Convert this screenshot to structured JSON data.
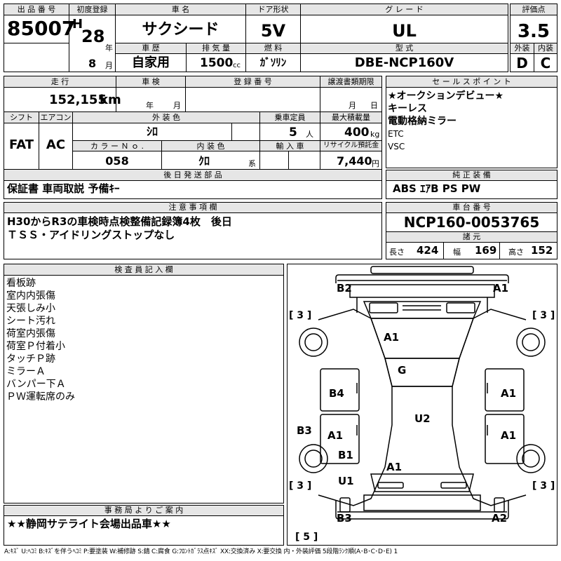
{
  "header": {
    "lot_no_label": "出 品 番 号",
    "lot_no": "85007",
    "first_reg_label": "初度登録",
    "era": "H",
    "reg_year": "28",
    "year_unit": "年",
    "reg_month": "8",
    "month_unit": "月",
    "car_name_label": "車 名",
    "car_name": "サクシード",
    "door_label": "ドア形状",
    "door": "5V",
    "grade_label": "グ レ ー ド",
    "grade": "UL",
    "score_label": "評価点",
    "score": "3.5",
    "ext_label": "外装",
    "ext": "D",
    "int_label": "内装",
    "int": "C",
    "history_label": "車 歴",
    "history": "自家用",
    "displacement_label": "排 気 量",
    "displacement": "1500",
    "cc": "cc",
    "fuel_label": "燃 料",
    "fuel": "ｶﾞｿﾘﾝ",
    "model_label": "型 式",
    "model": "DBE-NCP160V"
  },
  "row2": {
    "mileage_label": "走 行",
    "mileage": "152,155",
    "km": "km",
    "inspection_label": "車 検",
    "year_unit": "年",
    "month_unit": "月",
    "regno_label": "登 録 番 号",
    "deadline_label": "譲渡書類期限",
    "day_month": "月",
    "day_unit": "日"
  },
  "row3": {
    "shift_label": "シフト",
    "shift": "FAT",
    "ac_label": "エアコン",
    "ac": "AC",
    "color_label": "外 装 色",
    "color": "ｼﾛ",
    "capacity_label": "乗車定員",
    "capacity": "5",
    "capacity_unit": "人",
    "load_label": "最大積載量",
    "load": "400",
    "load_unit": "kg",
    "colorno_label": "カ ラ ー Ｎ ｏ .",
    "colorno": "058",
    "interior_label": "内 装 色",
    "interior": "ｸﾛ",
    "interior_unit": "系",
    "import_label": "輸 入 車",
    "recycle_label": "リサイクル預託金",
    "recycle": "7,440",
    "yen": "円"
  },
  "sales_points": {
    "label": "セ ー ル ス ポ イ ン ト",
    "items": [
      "★オークションデビュー★",
      "キーレス",
      "電動格納ミラー",
      "ETC",
      "VSC"
    ]
  },
  "later": {
    "label": "後 日 発 送 部 品",
    "value": "保証書 車両取説 予備ｷｰ"
  },
  "genuine": {
    "label": "純 正 装 備",
    "value": "ABS ｴｱB PS PW"
  },
  "notes": {
    "label": "注 意 事 項 欄",
    "line1": "H30からR3の車検時点検整備記録簿4枚　後日",
    "line2": "ＴＳＳ・アイドリングストップなし"
  },
  "chassis": {
    "label": "車 台 番 号",
    "value": "NCP160-0053765"
  },
  "specs": {
    "label": "諸 元",
    "length_label": "長さ",
    "length": "424",
    "width_label": "幅",
    "width": "169",
    "height_label": "高さ",
    "height": "152"
  },
  "inspector": {
    "label": "検 査 員 記 入 欄",
    "lines": [
      "看板跡",
      "室内内張傷",
      "天張しみ小",
      "シート汚れ",
      "荷室内張傷",
      "荷室Ｐ付着小",
      "タッチＰ跡",
      "ミラーＡ",
      "バンパー下Ａ",
      "ＰＷ運転席のみ"
    ]
  },
  "office": {
    "label": "事 務 局 よ り ご 案 内",
    "value": "★★静岡サテライト会場出品車★★"
  },
  "diagram": {
    "marks": {
      "b2_top": "B2",
      "a1_top": "A1",
      "roof_a1": "A1",
      "g": "G",
      "b4": "B4",
      "a1_right_upper": "A1",
      "u2": "U2",
      "b3_left": "B3",
      "a1_left_lower": "A1",
      "a1_right_lower": "A1",
      "b1": "B1",
      "a1_bottom": "A1",
      "u1": "U1",
      "b3_bottom": "B3",
      "a2": "A2"
    },
    "tires": {
      "fl": "[ 3 ]",
      "fr": "[ 3 ]",
      "rl": "[ 3 ]",
      "rr": "[ 3 ]",
      "spare": "[ 5 ]"
    }
  },
  "legend": "A:ｷｽﾞ U:ﾍｺﾐ B:ｷｽﾞを伴うﾍｺﾐ P:要塗装 W:補修跡 S:錆 C:腐食 G:ﾌﾛﾝﾄｶﾞﾗｽ点ｷｽﾞ XX:交換済み X:要交換 内・外装評価 5段階ﾗﾝｸ順(A･B･C･D･E) 1"
}
